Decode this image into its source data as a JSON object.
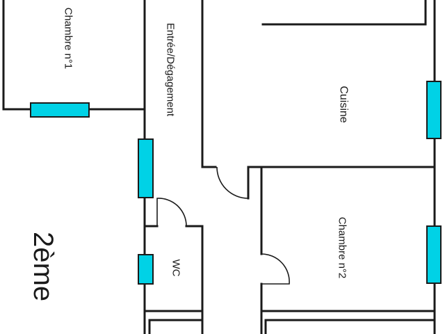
{
  "rooms": {
    "chambre1": "Chambre n°1",
    "entree": "Entrée/Dégagement",
    "cuisine": "Cuisine",
    "wc": "WC",
    "chambre2": "Chambre n°2"
  },
  "floor_label": "2ème",
  "colors": {
    "wall": "#1a1a1a",
    "window": "#00d2e6",
    "background": "#ffffff"
  }
}
